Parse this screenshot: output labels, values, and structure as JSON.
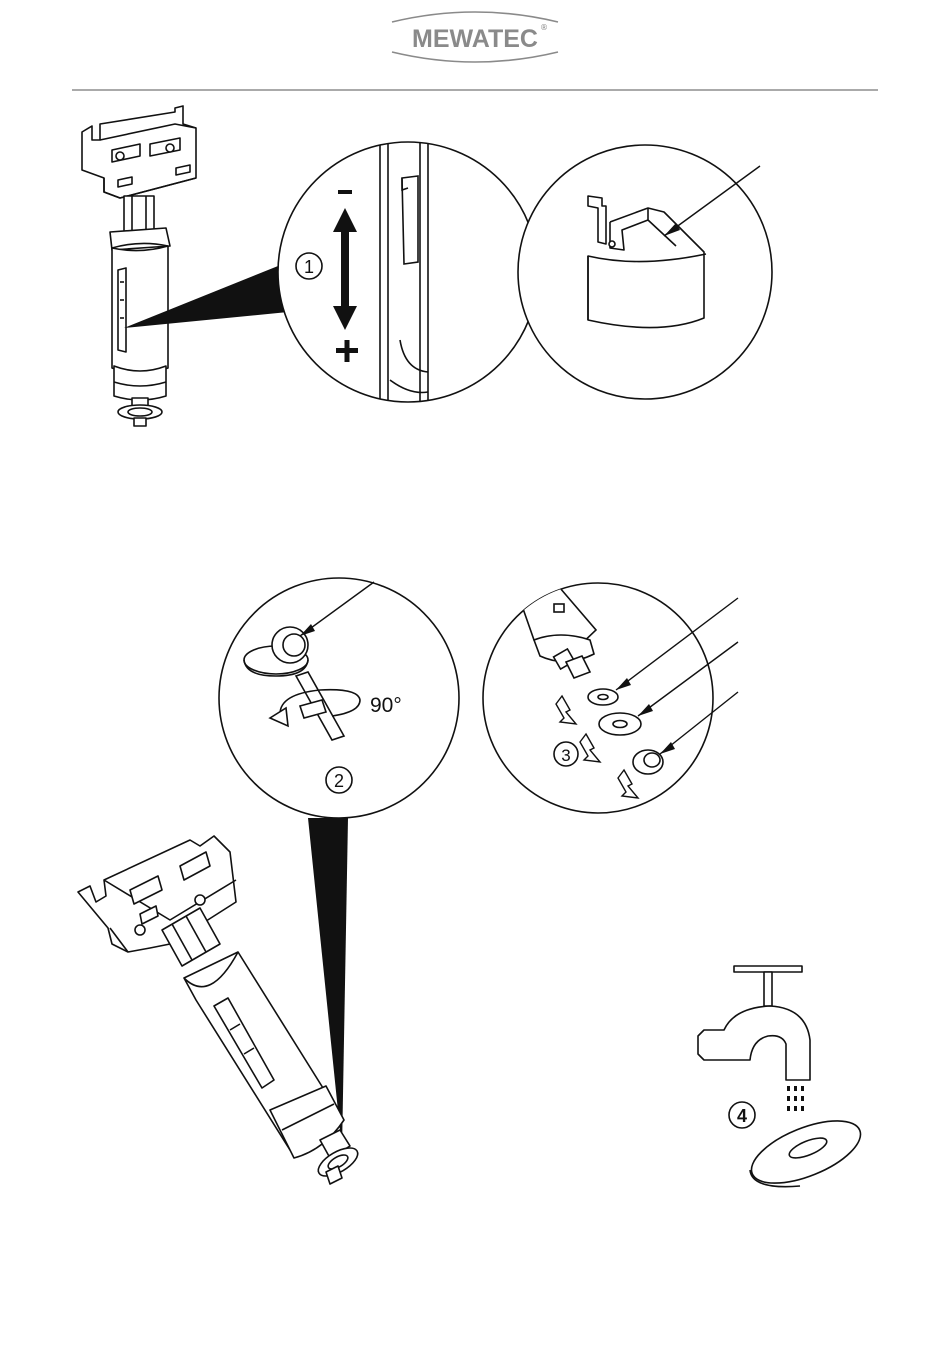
{
  "header": {
    "brand": "MEWATEC",
    "registered_mark": "®",
    "brand_color": "#8a8a8a"
  },
  "steps": {
    "step1": {
      "number": "1",
      "minus": "−",
      "plus": "+"
    },
    "step2": {
      "number": "2",
      "angle": "90°"
    },
    "step3": {
      "number": "3"
    },
    "step4": {
      "number": "4"
    }
  },
  "colors": {
    "line": "#111111",
    "rule": "#555555",
    "fill": "#ffffff"
  },
  "icons": {
    "arrow": "double-arrow-icon",
    "rotate": "rotate-arrow-icon",
    "faucet": "faucet-icon"
  }
}
